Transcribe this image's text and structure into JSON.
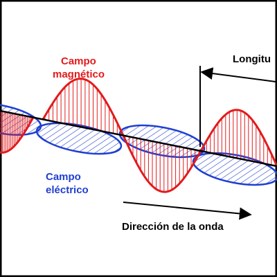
{
  "diagram": {
    "labels": {
      "magnetic_line1": "Campo",
      "magnetic_line2": "magnético",
      "electric_line1": "Campo",
      "electric_line2": "eléctrico",
      "wavelength": "Longitu",
      "direction": "Dirección de la onda"
    },
    "colors": {
      "magnetic": "#e31a1c",
      "electric": "#1f3fd1",
      "axis": "#000000",
      "frame": "#000000"
    }
  }
}
